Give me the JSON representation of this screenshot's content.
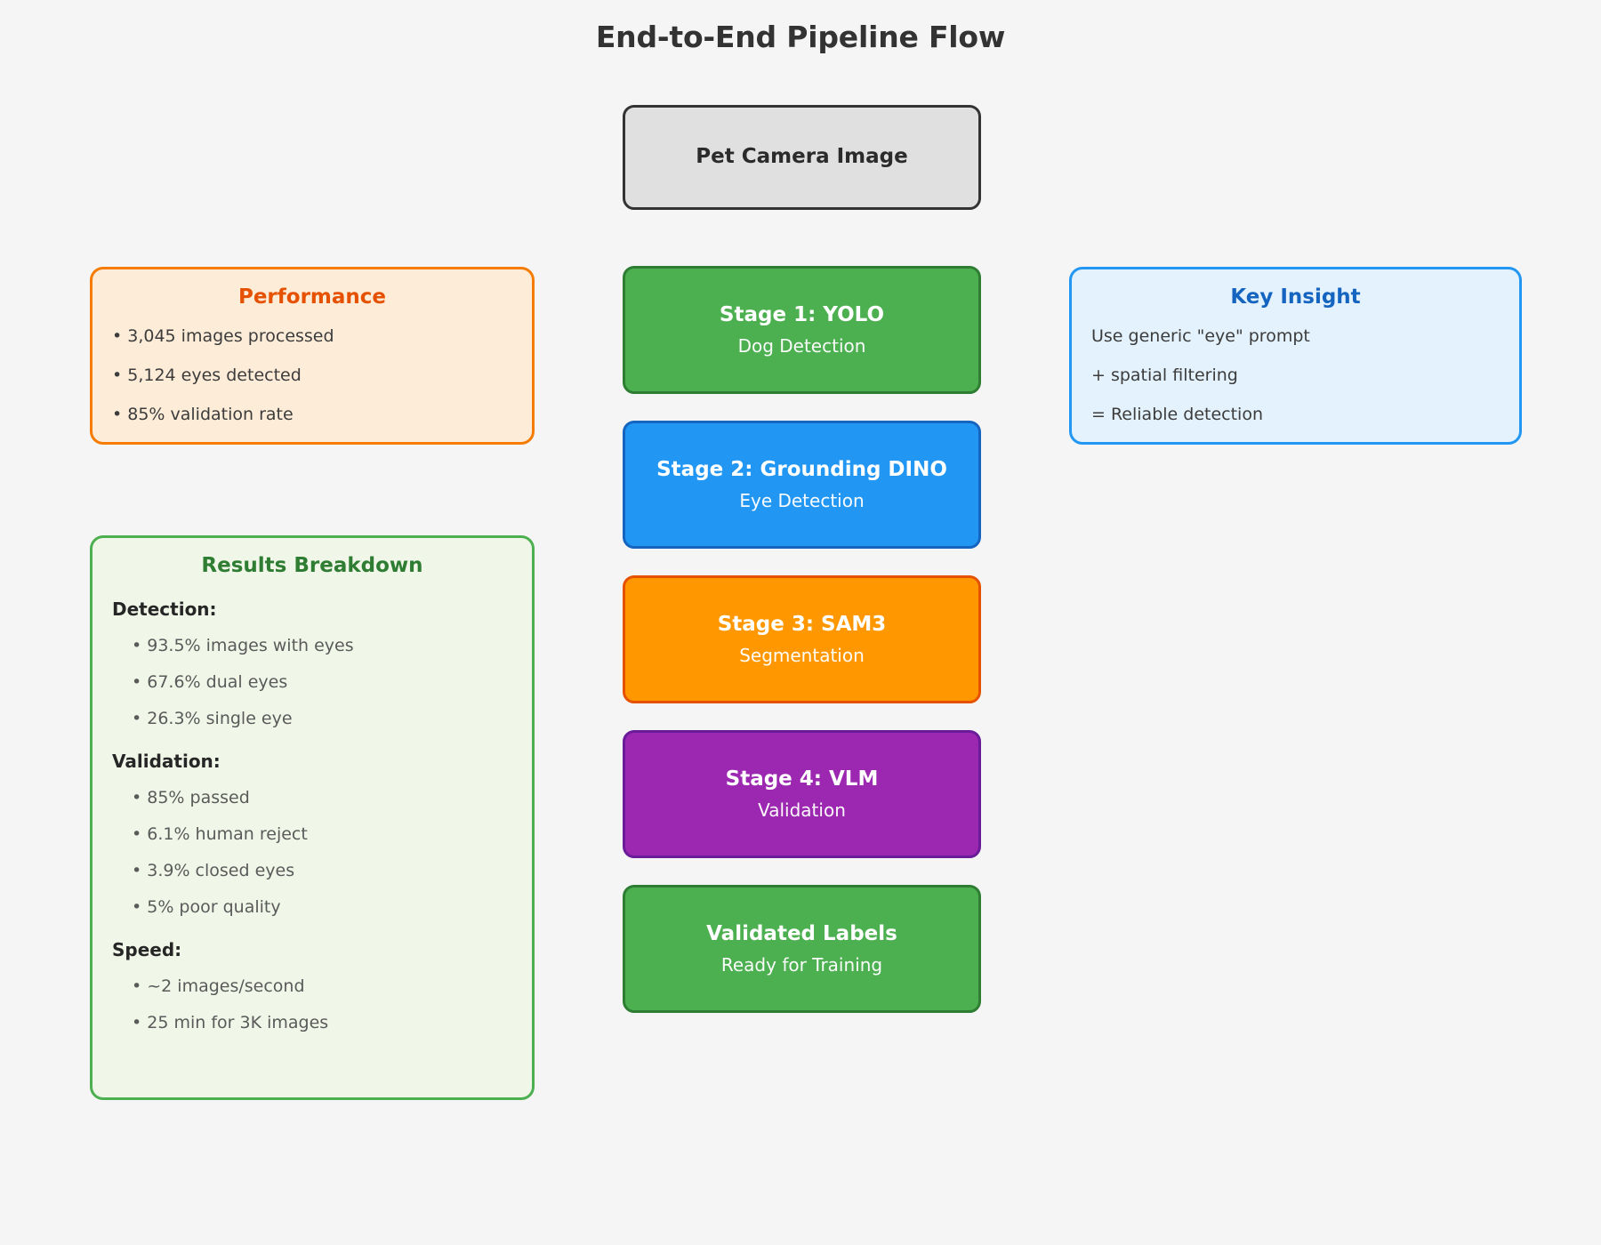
{
  "page": {
    "title": "End-to-End Pipeline Flow",
    "background_color": "#F5F5F5"
  },
  "flow": {
    "source": {
      "title": "Pet Camera Image",
      "fill": "#E0E0E0",
      "border": "#333333"
    },
    "stages": [
      {
        "title": "Stage 1: YOLO",
        "subtitle": "Dog Detection",
        "fill": "#4CAF50",
        "border": "#2E7D32"
      },
      {
        "title": "Stage 2: Grounding DINO",
        "subtitle": "Eye Detection",
        "fill": "#2196F3",
        "border": "#1565C0"
      },
      {
        "title": "Stage 3: SAM3",
        "subtitle": "Segmentation",
        "fill": "#FF9800",
        "border": "#E65100"
      },
      {
        "title": "Stage 4: VLM",
        "subtitle": "Validation",
        "fill": "#9C27B0",
        "border": "#6A1B9A"
      }
    ],
    "output": {
      "title": "Validated Labels",
      "subtitle": "Ready for Training",
      "fill": "#4CAF50",
      "border": "#2E7D32"
    }
  },
  "performance_panel": {
    "title": "Performance",
    "title_color": "#E65100",
    "fill": "#FDECD8",
    "border": "#F57C00",
    "lines": [
      "• 3,045 images processed",
      "• 5,124 eyes detected",
      "• 85% validation rate"
    ]
  },
  "key_insight_panel": {
    "title": "Key Insight",
    "title_color": "#1565C0",
    "fill": "#E3F2FD",
    "border": "#2196F3",
    "lines": [
      "Use generic \"eye\" prompt",
      "+ spatial filtering",
      "= Reliable detection"
    ]
  },
  "results_panel": {
    "title": "Results Breakdown",
    "title_color": "#2E7D32",
    "fill": "#F1F7E8",
    "border": "#4CAF50",
    "groups": [
      {
        "heading": "Detection:",
        "items": [
          "• 93.5% images with eyes",
          "• 67.6% dual eyes",
          "• 26.3% single eye"
        ]
      },
      {
        "heading": "Validation:",
        "items": [
          "• 85% passed",
          "• 6.1% human reject",
          "• 3.9% closed eyes",
          "• 5% poor quality"
        ]
      },
      {
        "heading": "Speed:",
        "items": [
          "• ~2 images/second",
          "• 25 min for 3K images"
        ]
      }
    ]
  }
}
